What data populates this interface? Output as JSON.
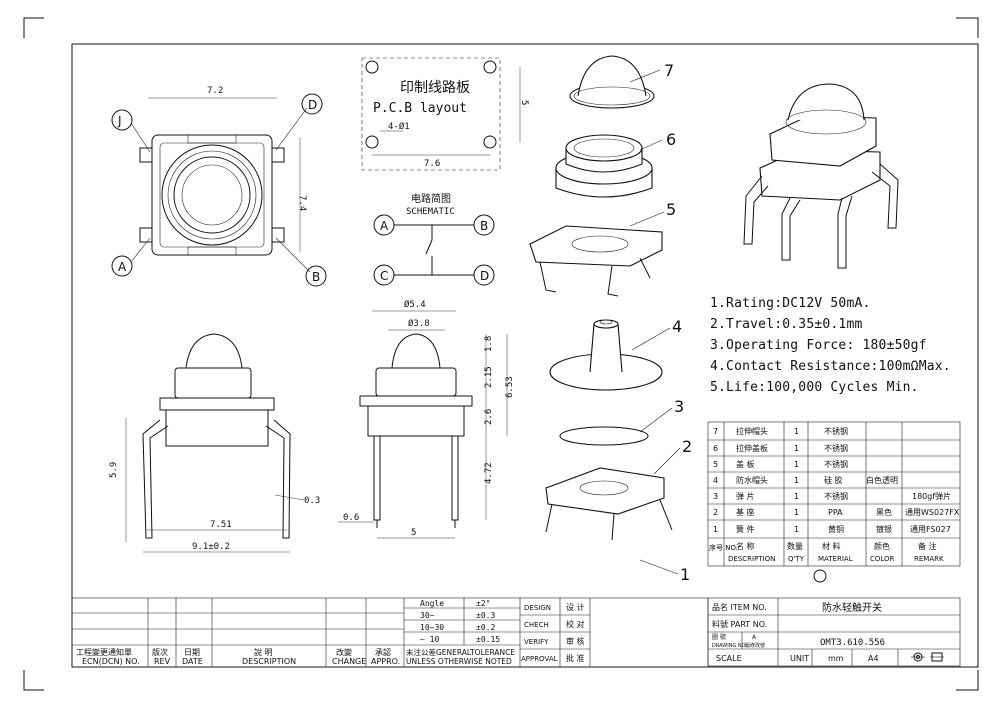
{
  "pcb": {
    "title_cn": "印制线路板",
    "title_en": "P.C.B layout",
    "hole": "4-Ø1",
    "dim_w": "7.6",
    "dim_h": "5"
  },
  "schematic": {
    "title_cn": "电路简图",
    "title_en": "SCHEMATIC",
    "nodes": [
      "A",
      "B",
      "C",
      "D"
    ]
  },
  "top_view": {
    "dim_w": "7.2",
    "dim_h": "7.4",
    "labels": [
      "J",
      "D",
      "A",
      "B"
    ]
  },
  "side_view": {
    "dim_width": "7.51",
    "dim_total": "9.1±0.2",
    "dim_height": "5.9",
    "dim_leg": "0.3"
  },
  "front_view": {
    "dim_outer": "Ø5.4",
    "dim_inner": "Ø3.8",
    "dims_v": [
      "1.8",
      "2.15",
      "2.6",
      "4.72"
    ],
    "dim_total": "6.53",
    "dim_pin": "0.6",
    "dim_pitch": "5"
  },
  "parts_callouts": [
    "7",
    "6",
    "5",
    "4",
    "3",
    "2",
    "1"
  ],
  "specs": [
    "1.Rating:DC12V 50mA.",
    "2.Travel:0.35±0.1mm",
    "3.Operating Force: 180±50gf",
    "4.Contact Resistance:100mΩMax.",
    "5.Life:100,000 Cycles Min."
  ],
  "bom": {
    "rows": [
      {
        "no": "7",
        "name": "拉伸帽头",
        "qty": "1",
        "material": "不锈钢",
        "color": "",
        "remark": ""
      },
      {
        "no": "6",
        "name": "拉伸盖板",
        "qty": "1",
        "material": "不锈钢",
        "color": "",
        "remark": ""
      },
      {
        "no": "5",
        "name": "盖  板",
        "qty": "1",
        "material": "不锈钢",
        "color": "",
        "remark": ""
      },
      {
        "no": "4",
        "name": "防水帽头",
        "qty": "1",
        "material": "硅  胶",
        "color": "白色透明",
        "remark": ""
      },
      {
        "no": "3",
        "name": "弹  片",
        "qty": "1",
        "material": "不锈钢",
        "color": "",
        "remark": "180gf弹片"
      },
      {
        "no": "2",
        "name": "基  座",
        "qty": "1",
        "material": "PPA",
        "color": "黑色",
        "remark": "通用WS027FX"
      },
      {
        "no": "1",
        "name": "簧  件",
        "qty": "1",
        "material": "黄铜",
        "color": "镀银",
        "remark": "通用FS027"
      }
    ],
    "header": {
      "no": "序号\nNO.",
      "name_cn": "名  称",
      "name_en": "DESCRIPTION",
      "qty_cn": "数量",
      "qty_en": "Q'TY",
      "mat_cn": "材  料",
      "mat_en": "MATERIAL",
      "color_cn": "颜色",
      "color_en": "COLOR",
      "remark_cn": "备  注",
      "remark_en": "REMARK"
    }
  },
  "title_block": {
    "item_label": "品名 ITEM NO.",
    "item_value": "防水轻触开关",
    "part_label": "料號 PART NO.",
    "part_value": "",
    "drawing_label": "圖 號",
    "drawing_sub": "DRAWING NO.",
    "drawing_rev_label": "版",
    "drawing_rev": "A",
    "drawing_note": "版修改號",
    "drawing_value": "OMT3.610.556",
    "scale": "SCALE",
    "unit": "UNIT",
    "unit_value": "mm",
    "size": "A4"
  },
  "approvals": [
    {
      "en": "DESIGN",
      "cn": "设 计"
    },
    {
      "en": "CHECH",
      "cn": "校 对"
    },
    {
      "en": "VERIFY",
      "cn": "审 核"
    },
    {
      "en": "APPROVAL",
      "cn": "批 准"
    }
  ],
  "tolerance": {
    "rows": [
      [
        "Angle",
        "±2°"
      ],
      [
        "30~",
        "±0.3"
      ],
      [
        "10~30",
        "±0.2"
      ],
      [
        "~ 10",
        "±0.15"
      ]
    ],
    "footer_cn": "未注公差GENERALTOLERANCE",
    "footer_en": "UNLESS OTHERWISE NOTED"
  },
  "revision_header": {
    "ecn_cn": "工程變更通知單",
    "ecn_en": "ECN(DCN) NO.",
    "rev_cn": "版次",
    "rev_en": "REV",
    "date_cn": "日期",
    "date_en": "DATE",
    "desc_cn": "說  明",
    "desc_en": "DESCRIPTION",
    "change_cn": "改變",
    "change_en": "CHANGE",
    "appro_cn": "承認",
    "appro_en": "APPRO."
  }
}
